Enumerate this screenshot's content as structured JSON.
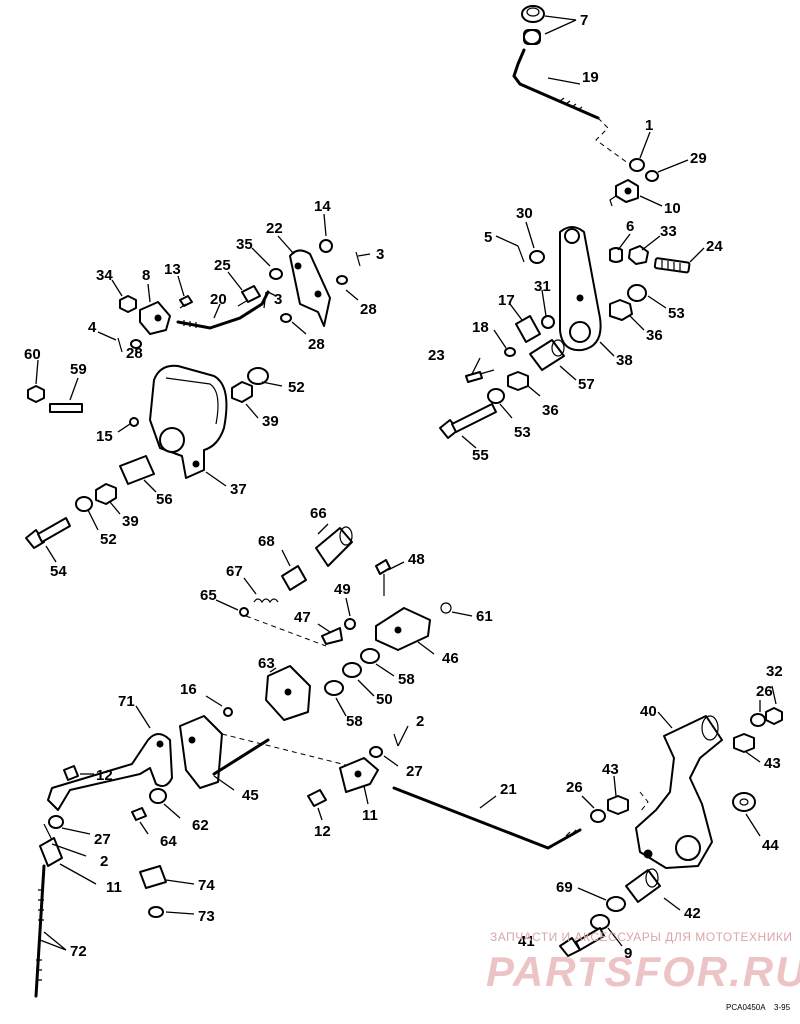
{
  "callouts": {
    "c1": "1",
    "c2a": "2",
    "c2b": "2",
    "c3a": "3",
    "c3b": "3",
    "c4": "4",
    "c5": "5",
    "c6": "6",
    "c7": "7",
    "c8": "8",
    "c9": "9",
    "c10": "10",
    "c11a": "11",
    "c11b": "11",
    "c12a": "12",
    "c12b": "12",
    "c13": "13",
    "c14": "14",
    "c15": "15",
    "c16": "16",
    "c17": "17",
    "c18": "18",
    "c19": "19",
    "c20": "20",
    "c21": "21",
    "c22": "22",
    "c23": "23",
    "c24": "24",
    "c25": "25",
    "c26a": "26",
    "c26b": "26",
    "c27a": "27",
    "c27b": "27",
    "c28a": "28",
    "c28b": "28",
    "c28c": "28",
    "c29": "29",
    "c30": "30",
    "c31": "31",
    "c32": "32",
    "c33": "33",
    "c34": "34",
    "c35": "35",
    "c36a": "36",
    "c36b": "36",
    "c37": "37",
    "c38": "38",
    "c39a": "39",
    "c39b": "39",
    "c40": "40",
    "c41": "41",
    "c42": "42",
    "c43a": "43",
    "c43b": "43",
    "c44": "44",
    "c45": "45",
    "c46": "46",
    "c47": "47",
    "c48": "48",
    "c49": "49",
    "c50": "50",
    "c52a": "52",
    "c52b": "52",
    "c53a": "53",
    "c53b": "53",
    "c54": "54",
    "c55": "55",
    "c56": "56",
    "c57": "57",
    "c58a": "58",
    "c58b": "58",
    "c59": "59",
    "c60": "60",
    "c61": "61",
    "c62": "62",
    "c63": "63",
    "c64": "64",
    "c65": "65",
    "c66": "66",
    "c67": "67",
    "c68": "68",
    "c69": "69",
    "c71": "71",
    "c72": "72",
    "c73": "73",
    "c74": "74"
  },
  "figure_code": "PCA0450A",
  "figure_date": "3-95",
  "watermark_line": "ЗАПЧАСТИ И АКСЕССУАРЫ ДЛЯ МОТОТЕХНИКИ",
  "watermark_logo": "PARTSFOR.RU",
  "colors": {
    "ink": "#000000",
    "paper": "#ffffff",
    "watermark": "#e8b8ba"
  }
}
